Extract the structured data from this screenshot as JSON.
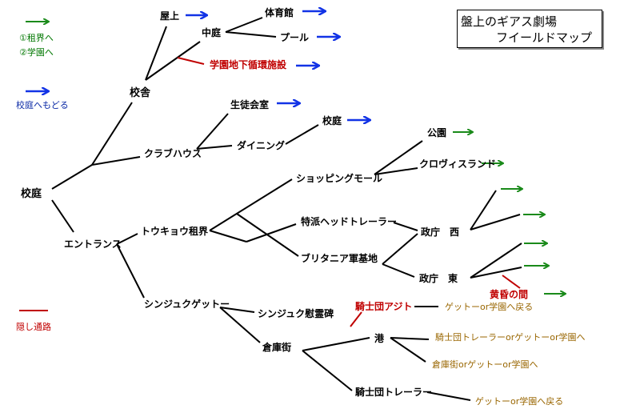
{
  "title": {
    "line1": "盤上のギアス劇場",
    "line2": "フイールドマップ"
  },
  "legend": {
    "green_arrow_line1": "①租界へ",
    "green_arrow_line2": "②学園へ",
    "blue_arrow": "校庭へもどる",
    "red_line": "隠し通路"
  },
  "nodes": {
    "kotei": "校庭",
    "kousha": "校舎",
    "okujou": "屋上",
    "nakaniwa": "中庭",
    "taiikukan": "体育館",
    "pool": "プール",
    "gakuen_chika": "学園地下循環施設",
    "club_house": "クラブハウス",
    "seitokai": "生徒会室",
    "dining": "ダイニング",
    "kotei2": "校庭",
    "entrance": "エントランス",
    "tokyo_sokai": "トウキョウ租界",
    "shopping": "ショッピングモール",
    "kouen": "公園",
    "clovis": "クロヴィスランド",
    "tokuha": "特派ヘッドトレーラー",
    "britannia": "ブリタニア軍基地",
    "seichou_nishi": "政庁　西",
    "seichou_higashi": "政庁　東",
    "tasogare": "黄昏の間",
    "shinjuku_ghetto": "シンジュクゲットー",
    "shinjuku_irei": "シンジュク慰霊碑",
    "soko": "倉庫街",
    "kishidan_ajito": "騎士団アジト",
    "minato": "港",
    "kishidan_trailer": "騎士団トレーラー"
  },
  "exits": {
    "ajito_exit": "ゲットーor学園へ戻る",
    "minato_exit1": "騎士団トレーラーorゲットーor学園へ",
    "minato_exit2": "倉庫街orゲットーor学園へ",
    "trailer_exit": "ゲットーor学園へ戻る"
  },
  "colors": {
    "green": "#1a8a1a",
    "blue": "#1233e6",
    "red": "#c00000",
    "gold": "#996600",
    "line": "#000000"
  }
}
